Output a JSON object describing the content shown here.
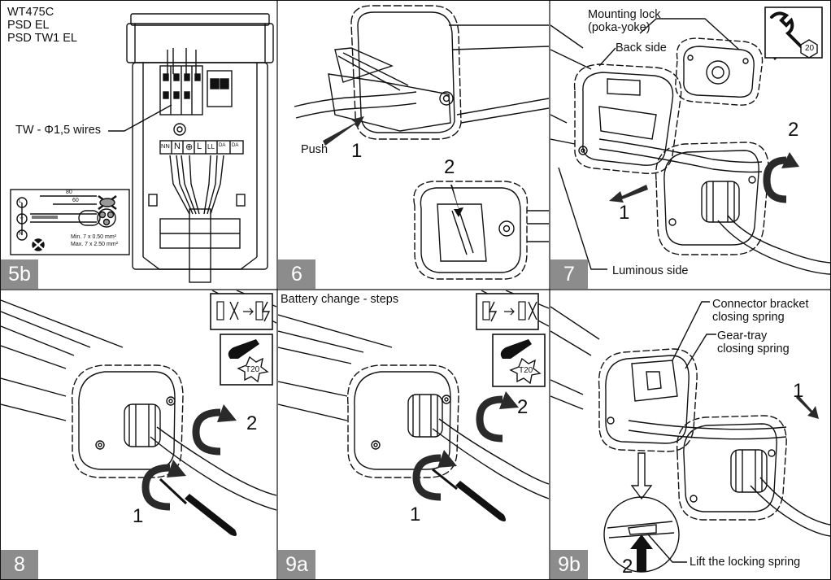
{
  "steps": [
    {
      "id": "5b",
      "number": "5b"
    },
    {
      "id": "6",
      "number": "6"
    },
    {
      "id": "7",
      "number": "7"
    },
    {
      "id": "8",
      "number": "8"
    },
    {
      "id": "9a",
      "number": "9a"
    },
    {
      "id": "9b",
      "number": "9b"
    }
  ],
  "panel_5b": {
    "models": [
      "WT475C",
      "PSD EL",
      "PSD TW1 EL"
    ],
    "wire_label": "TW - Φ1,5 wires",
    "terminals": [
      "NN",
      "N",
      "⊕",
      "L",
      "LL",
      "DA",
      "DA"
    ],
    "inset_terms": [
      "L",
      "⏚",
      "N"
    ],
    "dim_80": "80",
    "dim_60": "60",
    "spec_min": "Min. 7 x 0.50 mm²",
    "spec_max": "Max. 7 x 2.50 mm²"
  },
  "panel_6": {
    "push_label": "Push",
    "callout_1": "1",
    "callout_2": "2"
  },
  "panel_7": {
    "mounting_lock_line1": "Mounting lock",
    "mounting_lock_line2": "(poka-yoke)",
    "back_side": "Back side",
    "luminous_side": "Luminous side",
    "callout_1": "1",
    "callout_2": "2",
    "wrench_size": "20"
  },
  "panel_8": {
    "callout_1": "1",
    "callout_2": "2",
    "torx": "T20"
  },
  "panel_9a": {
    "title": "Battery change - steps",
    "callout_1": "1",
    "callout_2": "2",
    "torx": "T20"
  },
  "panel_9b": {
    "connector_line1": "Connector bracket",
    "connector_line2": "closing spring",
    "geartray_line1": "Gear-tray",
    "geartray_line2": "closing spring",
    "lift_label": "Lift the locking spring",
    "callout_1": "1",
    "callout_2": "2"
  },
  "colors": {
    "step_badge": "#8c8c8c",
    "line": "#111111",
    "arrow": "#2a2a2a"
  }
}
